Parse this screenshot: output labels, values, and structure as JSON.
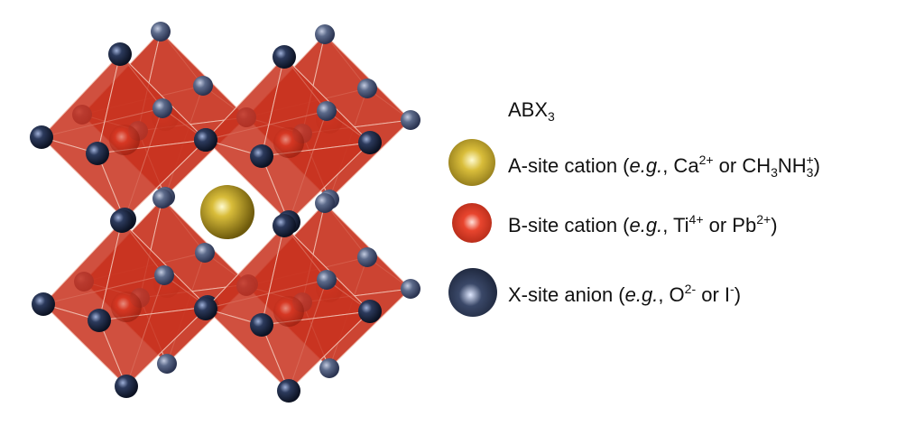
{
  "formula": {
    "base": "ABX",
    "subscript": "3"
  },
  "colors": {
    "octahedron": "#c8321e",
    "octahedron_edge": "#f3c6b8",
    "a_site": "#b89a20",
    "b_site": "#e03a25",
    "x_site": "#1f2a45"
  },
  "legend": {
    "a_site": {
      "p0": "A-site cation (",
      "italic": "e.g.",
      "p1": ", Ca",
      "sup1": "2+",
      "p2": " or CH",
      "sub1": "3",
      "p3": "NH",
      "sub2": "3",
      "sup2": "+",
      "p4": ")"
    },
    "b_site": {
      "p0": "B-site cation (",
      "italic": "e.g.",
      "p1": ", Ti",
      "sup1": "4+",
      "p2": " or Pb",
      "sup2": "2+",
      "p3": ")"
    },
    "x_site": {
      "p0": "X-site anion (",
      "italic": "e.g.",
      "p1": ", O",
      "sup1": "2-",
      "p2": " or I",
      "sup2": "-",
      "p3": ")"
    }
  }
}
